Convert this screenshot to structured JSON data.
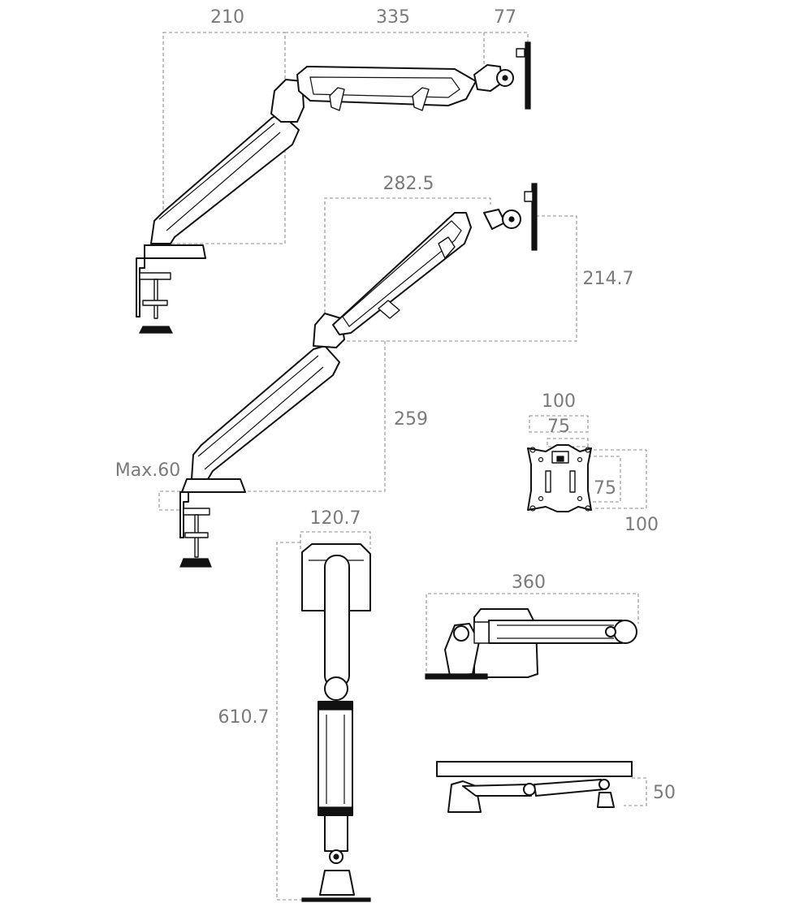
{
  "dimensions": {
    "top_view_left": "210",
    "top_view_mid": "335",
    "top_view_right": "77",
    "side_reach": "282.5",
    "side_height_upper": "214.7",
    "side_height_lower": "259",
    "clamp_max": "Max.60",
    "vesa_outer_width": "100",
    "vesa_inner_width": "75",
    "vesa_inner_height": "75",
    "vesa_outer_height": "100",
    "front_width": "120.7",
    "front_height": "610.7",
    "folded_length": "360",
    "folded_height": "50"
  }
}
